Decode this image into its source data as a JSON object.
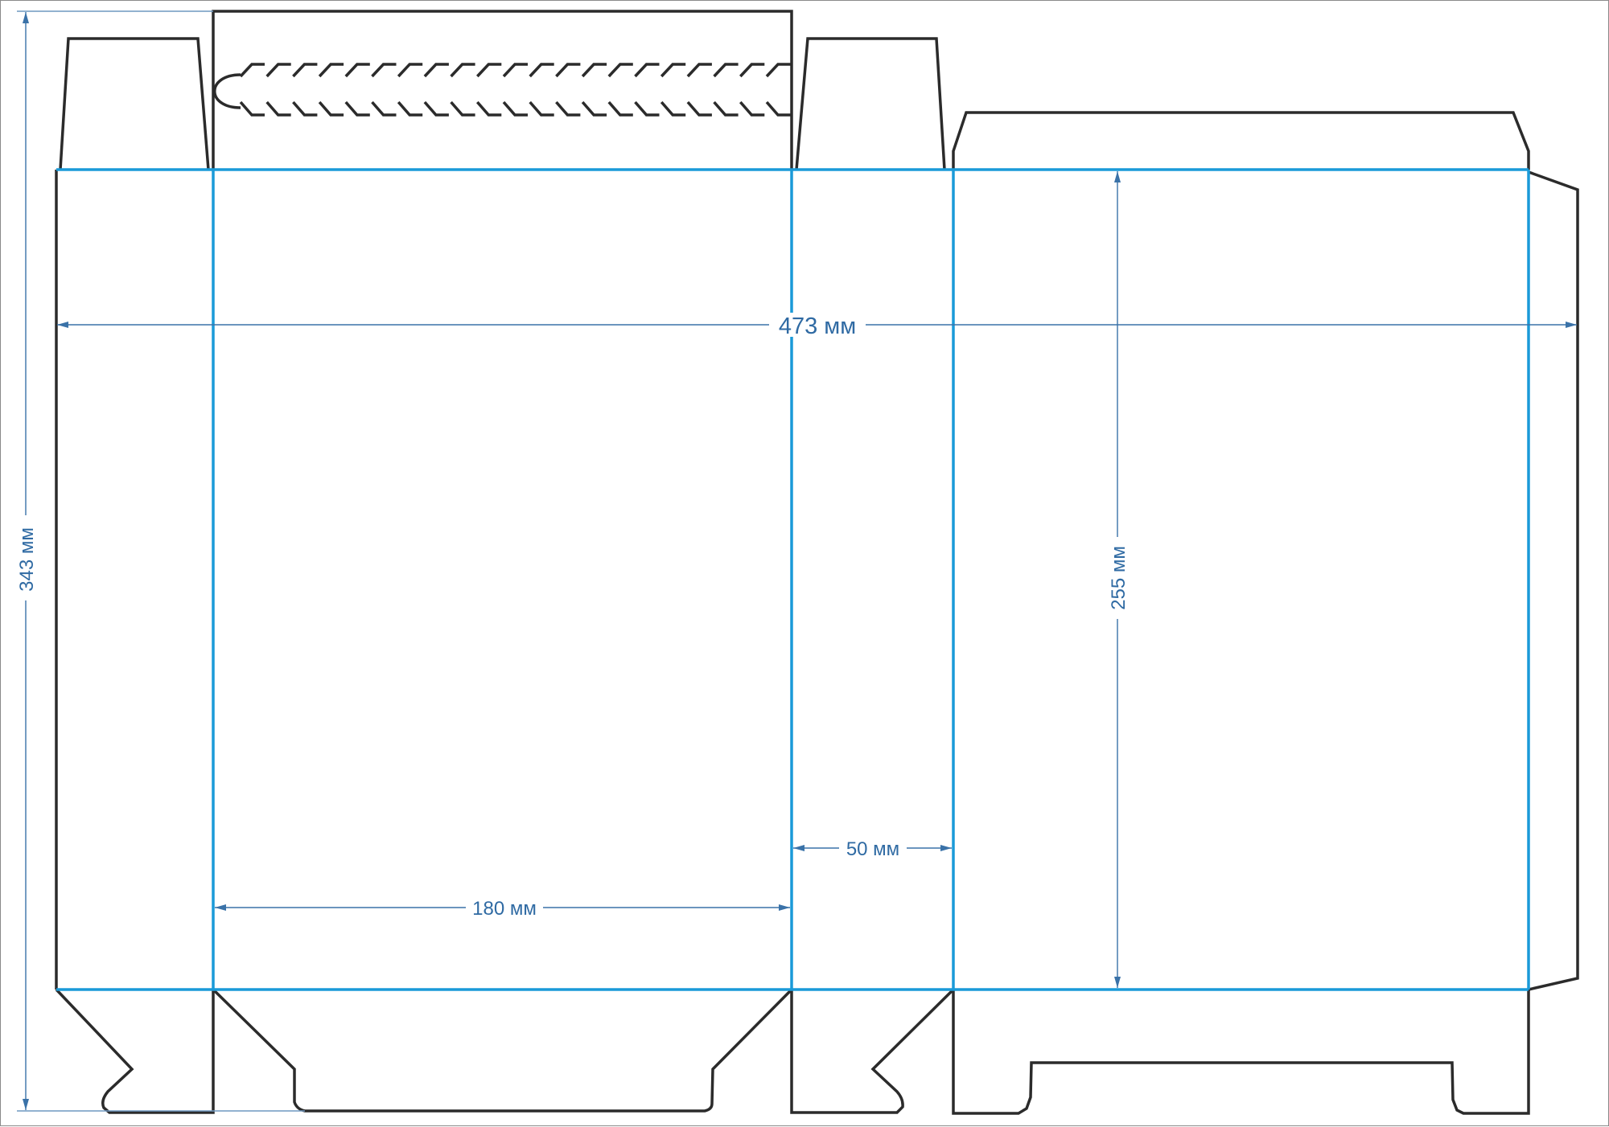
{
  "diagram": {
    "title": "Box dieline",
    "colors": {
      "cut_line": "#2b2b2b",
      "fold_line": "#1a9ad8",
      "dimension": "#3a72a8"
    },
    "dimensions": {
      "total_height": "343 мм",
      "total_width": "473 мм",
      "panel_height": "255 мм",
      "side_width": "50 мм",
      "front_width": "180 мм"
    }
  }
}
